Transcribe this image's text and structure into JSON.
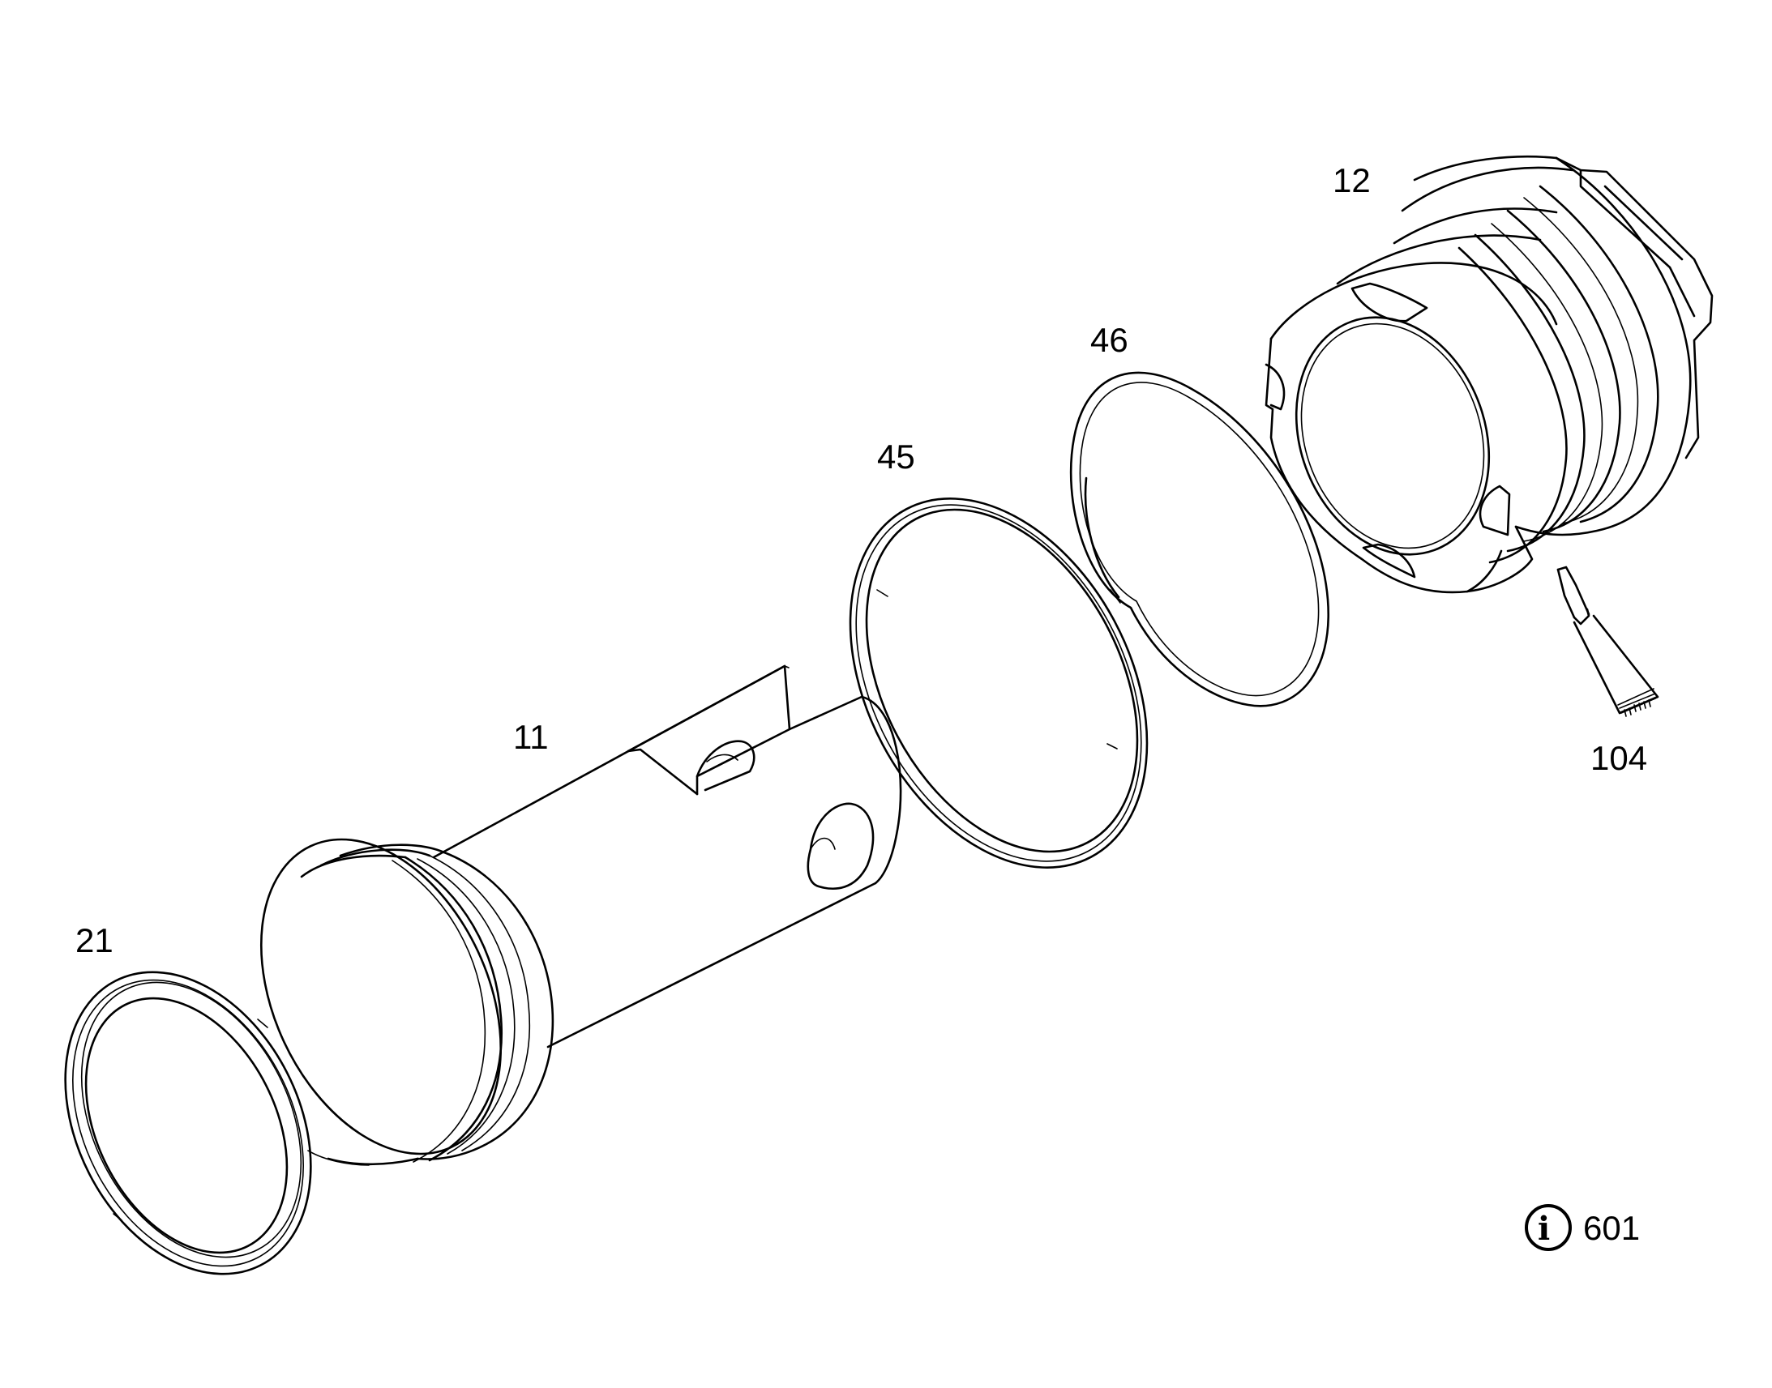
{
  "diagram": {
    "callouts": {
      "part_11": "11",
      "part_12": "12",
      "part_21": "21",
      "part_45": "45",
      "part_46": "46",
      "part_104": "104"
    },
    "info": {
      "icon": "info-circle-icon",
      "letter": "i",
      "number": "601"
    },
    "line_color": "#000000",
    "background_color": "#ffffff"
  }
}
